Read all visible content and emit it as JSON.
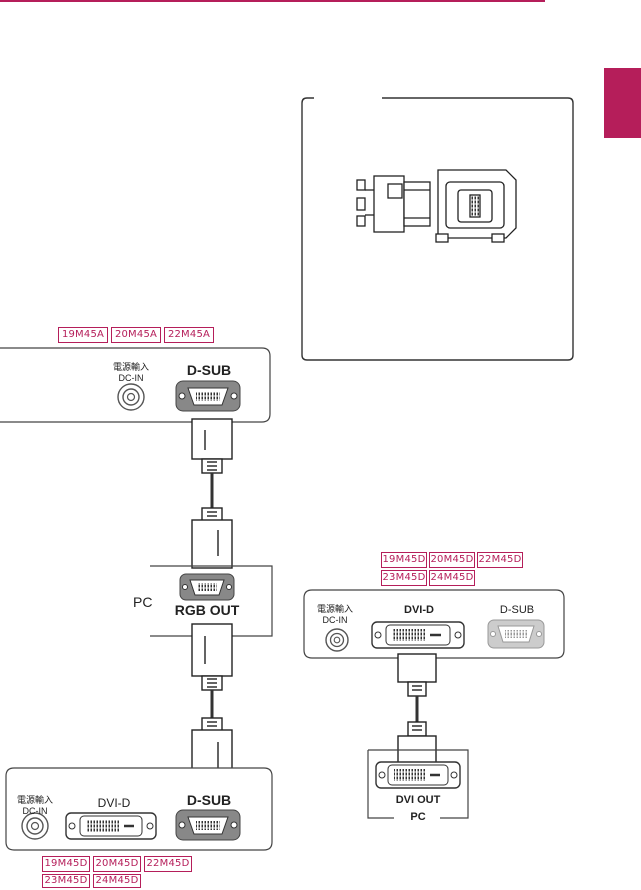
{
  "models_top": [
    "19M45A",
    "20M45A",
    "22M45A"
  ],
  "models_right": [
    "19M45D",
    "20M45D",
    "22M45D",
    "23M45D",
    "24M45D"
  ],
  "models_bottom": [
    "19M45D",
    "20M45D",
    "22M45D",
    "23M45D",
    "24M45D"
  ],
  "monitor_top": {
    "power_cn": "電源輸入",
    "power": "DC-IN",
    "port": "D-SUB"
  },
  "pc_left": {
    "label": "PC",
    "port": "RGB OUT"
  },
  "monitor_bottom": {
    "power_cn": "電源輸入",
    "power": "DC-IN",
    "dvi": "DVI-D",
    "dsub": "D-SUB"
  },
  "monitor_right": {
    "power_cn": "電源輸入",
    "power": "DC-IN",
    "dvi": "DVI-D",
    "dsub": "D-SUB"
  },
  "pc_right": {
    "port": "DVI OUT",
    "label": "PC"
  },
  "colors": {
    "accent": "#b51e5a"
  }
}
